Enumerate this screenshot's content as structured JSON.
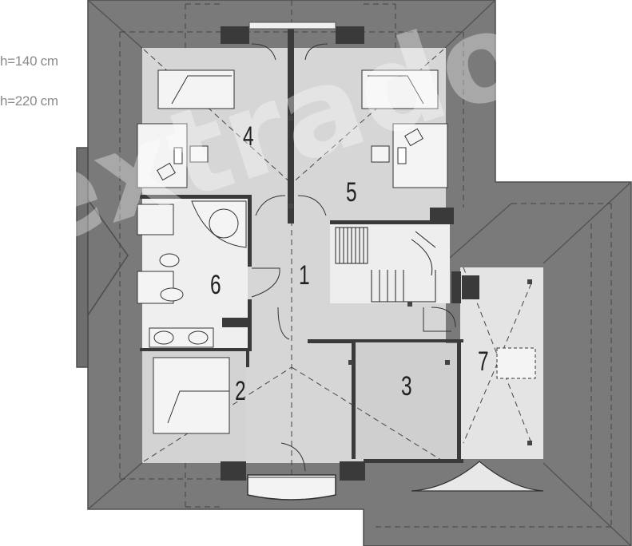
{
  "height_labels": {
    "h140": "h=140 cm",
    "h220": "h=220 cm"
  },
  "rooms": [
    {
      "id": "1",
      "label": "1"
    },
    {
      "id": "2",
      "label": "2"
    },
    {
      "id": "3",
      "label": "3"
    },
    {
      "id": "4",
      "label": "4"
    },
    {
      "id": "5",
      "label": "5"
    },
    {
      "id": "6",
      "label": "6"
    },
    {
      "id": "7",
      "label": "7"
    }
  ],
  "watermark": "extradom",
  "colors": {
    "roof": "#7a7a7a",
    "roof_edge": "#4d4d4d",
    "floor_light": "#dadada",
    "floor_mid": "#cfcfcf",
    "bathroom": "#efefef",
    "wall": "#3a3a3a",
    "fixture": "#f4f4f4"
  }
}
